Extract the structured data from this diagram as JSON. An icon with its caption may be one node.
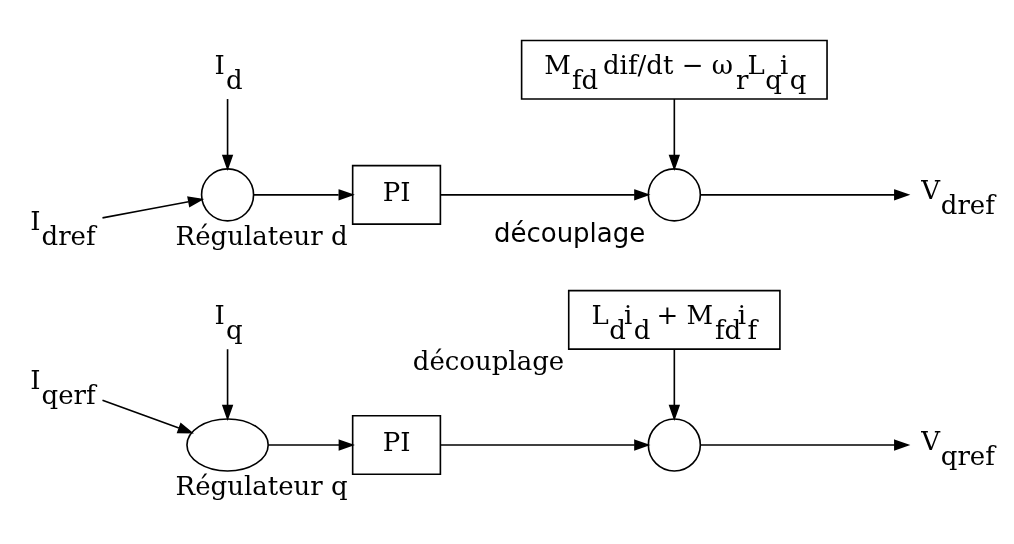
{
  "diagram": {
    "nodes": [
      {
        "text": [
          "I$_{dref}$"
        ]
      },
      {
        "text": [
          "I$_{d}$"
        ]
      },
      {
        "text": [],
        "shape": "circle"
      },
      {
        "text": [
          "PI"
        ],
        "beside": [
          "Régulateur d"
        ]
      },
      {
        "text": [
          "M$_{fd}$ dif/dt − ω$_{r}$L$_{q}$i$_{q}$"
        ]
      },
      {
        "text": [],
        "shape": "circle",
        "beside": [
          "découplage"
        ]
      },
      {
        "text": [
          "V$_{dref}$"
        ]
      },
      {
        "text": [
          "I$_{qerf}$"
        ]
      },
      {
        "text": [
          "I$_{q}$"
        ]
      },
      {
        "text": [],
        "shape": "ellipse"
      },
      {
        "text": [
          "PI"
        ],
        "beside": [
          "Régulateur q"
        ]
      },
      {
        "text": [],
        "shape": "circle"
      },
      {
        "text": [
          "L$_{d}$i$_{d}$ + M$_{fd}$i$_{f}$"
        ],
        "beside": [
          "découplage"
        ]
      },
      {
        "text": [
          "V$_{qref}$"
        ]
      }
    ],
    "edges": [
      {
        "from": 0,
        "to": 2,
        "arrow": "to"
      },
      {
        "from": 1,
        "to": 2,
        "arrow": "to"
      },
      {
        "from": 2,
        "to": 3,
        "arrow": "to"
      },
      {
        "from": 3,
        "to": 5,
        "arrow": "to"
      },
      {
        "from": 4,
        "to": 5,
        "arrow": "to"
      },
      {
        "from": 5,
        "to": 6,
        "arrow": "to"
      },
      {
        "from": 7,
        "to": 9,
        "arrow": "to"
      },
      {
        "from": 8,
        "to": 9,
        "arrow": "to"
      },
      {
        "from": 9,
        "to": 10,
        "arrow": "to"
      },
      {
        "from": 10,
        "to": 11,
        "arrow": "to"
      },
      {
        "from": 12,
        "to": 11,
        "arrow": "to"
      },
      {
        "from": 11,
        "to": 13,
        "arrow": "to"
      }
    ]
  }
}
